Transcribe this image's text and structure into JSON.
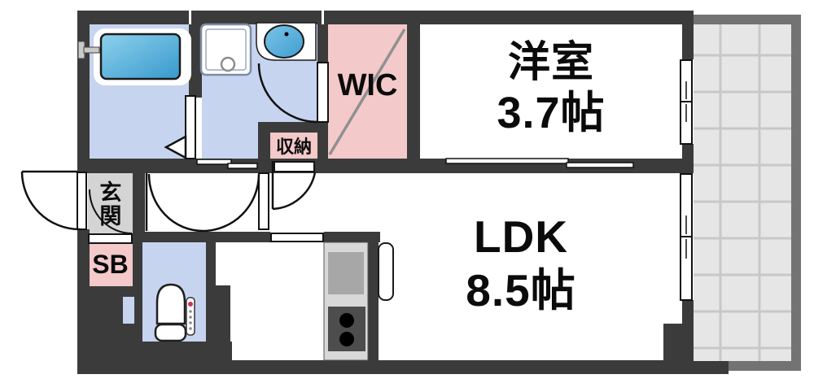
{
  "rooms": {
    "western": {
      "label": "洋室",
      "size": "3.7帖"
    },
    "ldk": {
      "label": "LDK",
      "size": "8.5帖"
    },
    "wic": {
      "label": "WIC"
    },
    "storage": {
      "label": "収納"
    },
    "entrance": {
      "label": "玄関"
    },
    "shoe_box": {
      "label": "SB"
    }
  },
  "colors": {
    "wall": "#3b3b3b",
    "floor_blue": "#c7d4f0",
    "pink": "#f3c9c9",
    "entrance_gray": "#d4d4d4",
    "balcony_border": "#737373",
    "balcony_tile": "#e6e6e6",
    "balcony_grid": "#c8c8c8",
    "tub_blue_light": "#8ed1ec",
    "tub_blue_dark": "#3799cd",
    "counter_gray": "#d8d8d8",
    "sink_gray": "#a7a7a7",
    "stove_gray": "#4d4d4d",
    "toilet_led_red": "#cc3355"
  }
}
